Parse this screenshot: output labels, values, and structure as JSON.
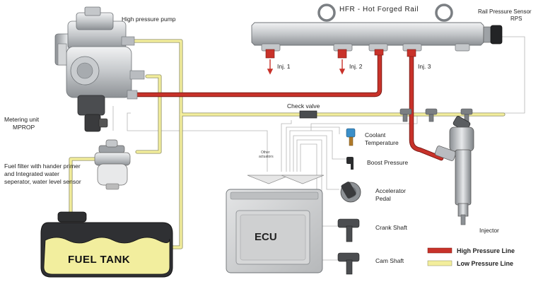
{
  "labels": {
    "high_pressure_pump": "High pressure pump",
    "rail": "HFR - Hot Forged Rail",
    "rps_line1": "Rail  Pressure Sensor",
    "rps_line2": "RPS",
    "inj1": "Inj. 1",
    "inj2": "Inj. 2",
    "inj3": "Inj. 3",
    "metering_line1": "Metering unit",
    "metering_line2": "MPROP",
    "check_valve": "Check valve",
    "coolant_line1": "Coolant",
    "coolant_line2": "Temperature",
    "boost": "Boost Pressure",
    "accel_line1": "Accelerator",
    "accel_line2": "Pedal",
    "crank": "Crank Shaft",
    "cam": "Cam Shaft",
    "injector": "Injector",
    "other_line1": "Other",
    "other_line2": "actuators",
    "fuel_filter": "Fuel filter with hander primer and Integrated water seperator, water level sensor",
    "ecu": "ECU",
    "fuel_tank": "FUEL TANK"
  },
  "legend": {
    "high": "High Pressure Line",
    "low": "Low Pressure Line"
  },
  "colors": {
    "high_pressure": "#c8322a",
    "low_pressure": "#f3ee9c",
    "fuel": "#f2ee9e",
    "metal": "#b9bcc0"
  }
}
